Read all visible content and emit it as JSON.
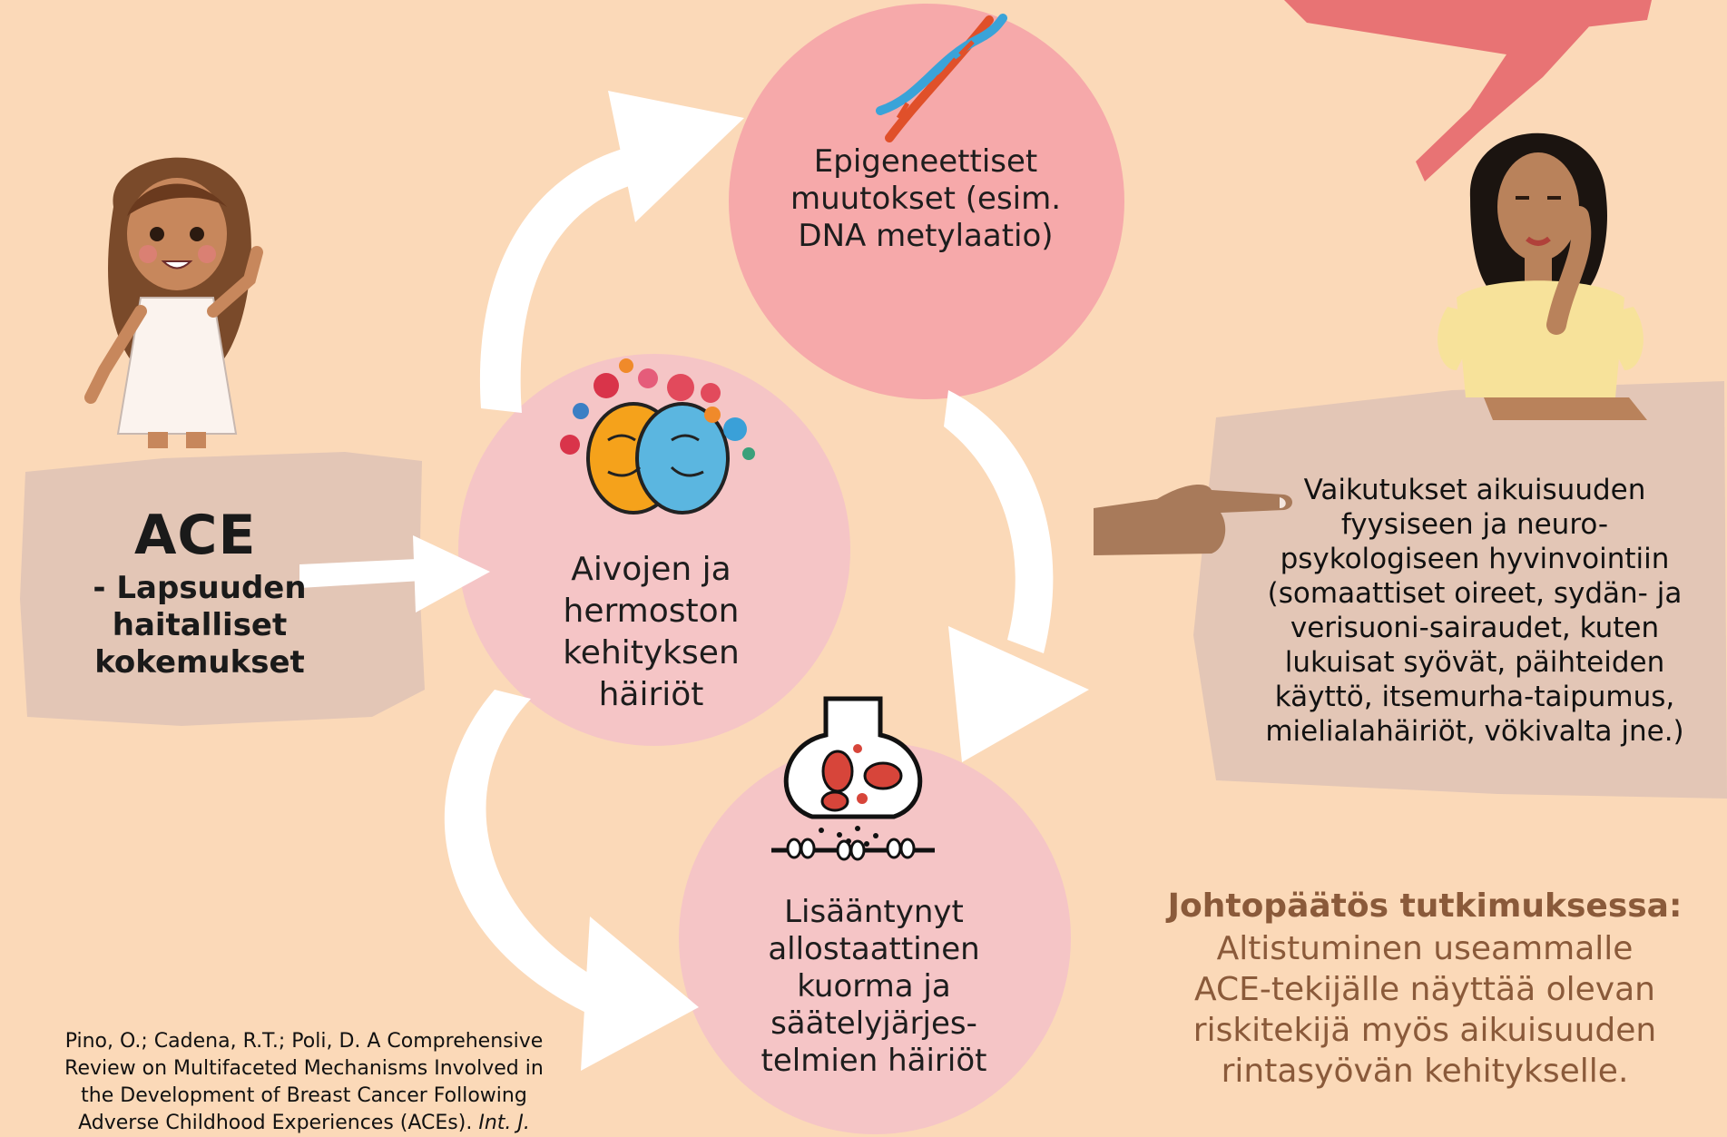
{
  "colors": {
    "background": "#fbd9b8",
    "circle_top": "#f6a9aa",
    "circle_light": "#f5c5c6",
    "card": "#e3c6b6",
    "arrow": "#ffffff",
    "brush_stroke": "#e66a6e",
    "conclusion_text": "#8a5a3a"
  },
  "ace": {
    "title": "ACE",
    "subtitle_lines": [
      "- Lapsuuden",
      "haitalliset",
      "kokemukset"
    ]
  },
  "nodes": {
    "epigenetic": {
      "lines": [
        "Epigeneettiset",
        "muutokset (esim.",
        "DNA metylaatio)"
      ],
      "icon": "dna-icon"
    },
    "brain": {
      "lines": [
        "Aivojen ja",
        "hermoston",
        "kehityksen",
        "häiriöt"
      ],
      "icon": "brain-icon"
    },
    "allostatic": {
      "lines": [
        "Lisääntynyt",
        "allostaattinen",
        "kuorma ja",
        "säätelyjärjes-",
        "telmien häiriöt"
      ],
      "icon": "synapse-icon"
    }
  },
  "effects": {
    "lines": [
      "Vaikutukset aikuisuuden",
      "fyysiseen ja neuro-",
      "psykologiseen hyvinvointiin",
      "(somaattiset oireet, sydän- ja",
      "verisuoni-sairaudet, kuten",
      "lukuisat syövät, päihteiden",
      "käyttö, itsemurha-taipumus,",
      "mielialahäiriöt, vökivalta jne.)"
    ],
    "icon": "pointing-hand-icon"
  },
  "conclusion": {
    "heading": "Johtopäätös tutkimuksessa:",
    "lines": [
      "Altistuminen useammalle",
      "ACE-tekijälle näyttää olevan",
      "riskitekijä myös aikuisuuden",
      "rintasyövän kehitykselle."
    ]
  },
  "reference": {
    "lines": [
      "Pino, O.; Cadena, R.T.; Poli, D. A Comprehensive",
      "Review on Multifaceted Mechanisms Involved in",
      "the Development of Breast Cancer Following"
    ],
    "last_line": "Adverse Childhood Experiences (ACEs).",
    "last_line_italic": " Int. J."
  },
  "illustrations": {
    "girl": "girl-illustration",
    "woman": "woman-illustration"
  }
}
